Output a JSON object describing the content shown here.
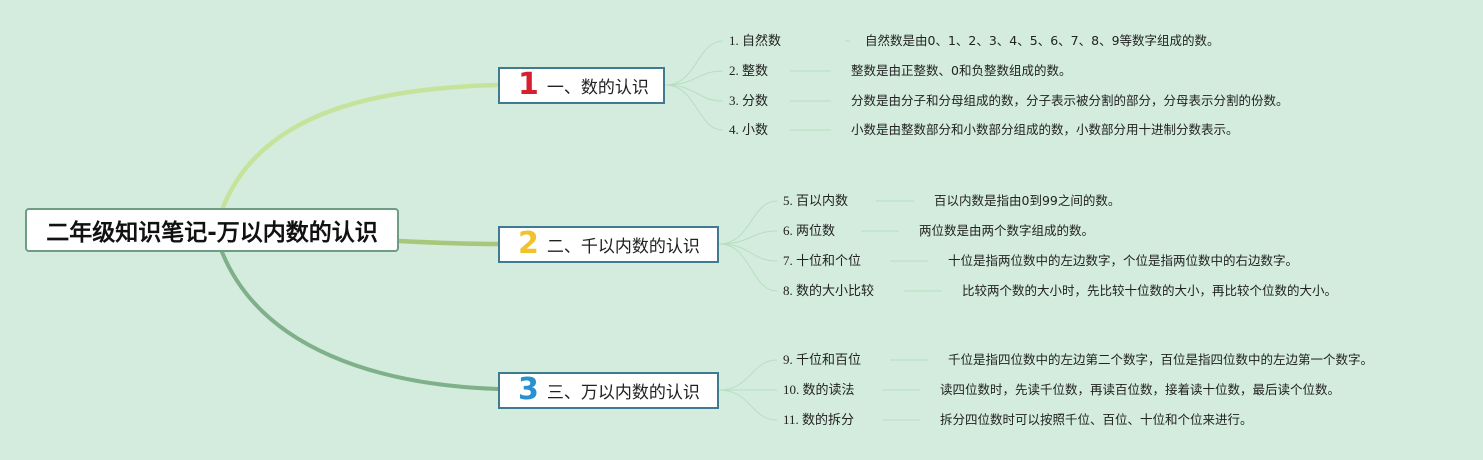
{
  "root": {
    "title": "二年级知识笔记-万以内数的认识"
  },
  "colors": {
    "background": "#d3ecdd",
    "branch1": "#c5e39b",
    "branch2": "#a7c77a",
    "branch3": "#7fb08a",
    "number1": "#d6202e",
    "number2": "#f2c12e",
    "number3": "#2a91d0"
  },
  "topics": [
    {
      "number": "1",
      "title": "一、数的认识",
      "items": [
        {
          "label": "1. 自然数",
          "desc": "自然数是由0、1、2、3、4、5、6、7、8、9等数字组成的数。"
        },
        {
          "label": "2. 整数",
          "desc": "整数是由正整数、0和负整数组成的数。"
        },
        {
          "label": "3. 分数",
          "desc": "分数是由分子和分母组成的数，分子表示被分割的部分，分母表示分割的份数。"
        },
        {
          "label": "4. 小数",
          "desc": "小数是由整数部分和小数部分组成的数，小数部分用十进制分数表示。"
        }
      ]
    },
    {
      "number": "2",
      "title": "二、千以内数的认识",
      "items": [
        {
          "label": "5. 百以内数",
          "desc": "百以内数是指由0到99之间的数。"
        },
        {
          "label": "6. 两位数",
          "desc": "两位数是由两个数字组成的数。"
        },
        {
          "label": "7. 十位和个位",
          "desc": "十位是指两位数中的左边数字，个位是指两位数中的右边数字。"
        },
        {
          "label": "8. 数的大小比较",
          "desc": "比较两个数的大小时，先比较十位数的大小，再比较个位数的大小。"
        }
      ]
    },
    {
      "number": "3",
      "title": "三、万以内数的认识",
      "items": [
        {
          "label": "9. 千位和百位",
          "desc": "千位是指四位数中的左边第二个数字，百位是指四位数中的左边第一个数字。"
        },
        {
          "label": "10. 数的读法",
          "desc": "读四位数时，先读千位数，再读百位数，接着读十位数，最后读个位数。"
        },
        {
          "label": "11. 数的拆分",
          "desc": "拆分四位数时可以按照千位、百位、十位和个位来进行。"
        }
      ]
    }
  ]
}
